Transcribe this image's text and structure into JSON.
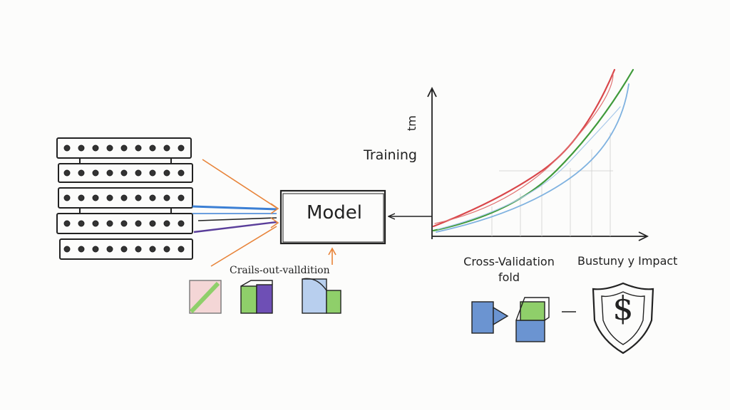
{
  "model": {
    "label": "Model"
  },
  "chart": {
    "axis_label": "Training",
    "axis_unit": "tm"
  },
  "left_caption": "Crails-out-valldition",
  "cross_validation": {
    "title_line1": "Cross-Validation",
    "title_line2": "fold"
  },
  "impact": {
    "label": "Bustuny y Impact",
    "symbol": "$"
  },
  "colors": {
    "ink": "#222222",
    "arrow_orange": "#e8843a",
    "arrow_blue": "#3b7fd4",
    "arrow_purple": "#5a3e9a",
    "line_red": "#d9464a",
    "line_green": "#3f9a3a",
    "line_blue": "#7fb2e0",
    "fill_green": "#8fcf6a",
    "fill_blue": "#6b94d1",
    "fill_purple": "#6e4fb5"
  }
}
